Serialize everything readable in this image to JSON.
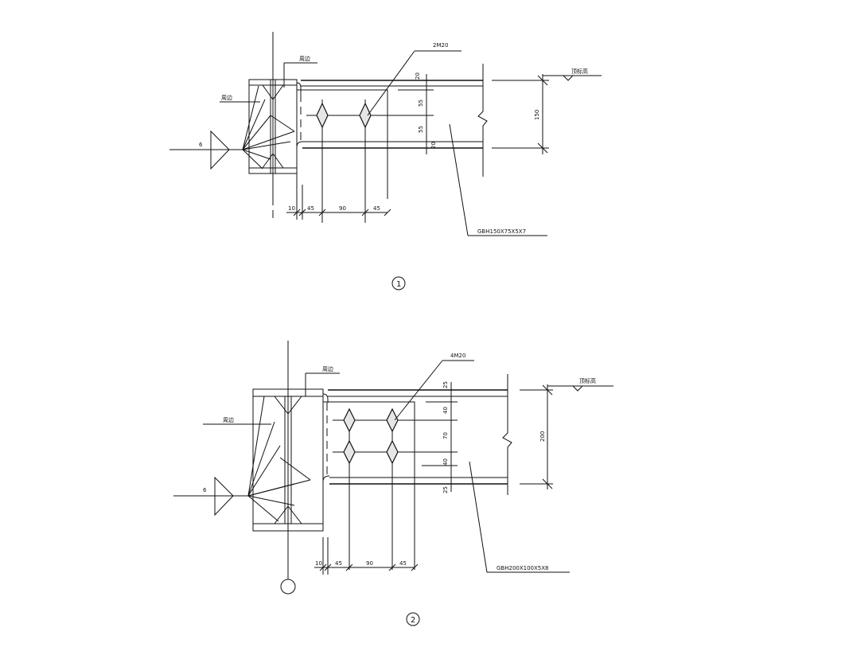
{
  "detail_1": {
    "bolt_spec": "2M20",
    "section_label": "GBH150X75X5X7",
    "weld_size": "6",
    "weld_note_top": "周边",
    "weld_note_left": "周边",
    "elevation_note": "顶标高",
    "depth_dim": "150",
    "vertical_dims": [
      "20",
      "55",
      "55",
      "20"
    ],
    "horizontal_dims": [
      "10",
      "45",
      "90",
      "45"
    ],
    "detail_number": "1"
  },
  "detail_2": {
    "bolt_spec": "4M20",
    "section_label": "GBH200X100X5X8",
    "weld_size": "6",
    "weld_note_top": "周边",
    "weld_note_left": "周边",
    "elevation_note": "顶标高",
    "depth_dim": "200",
    "vertical_dims": [
      "25",
      "40",
      "70",
      "40",
      "25"
    ],
    "horizontal_dims": [
      "10",
      "45",
      "90",
      "45"
    ],
    "detail_number": "2"
  },
  "colors": {
    "line": "#111111",
    "background": "#ffffff",
    "bolt_fill": "#e6e6e6"
  }
}
